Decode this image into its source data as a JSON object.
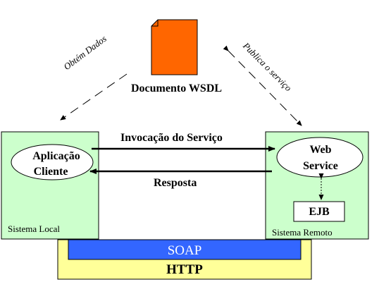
{
  "colors": {
    "local_box": "#ccffcc",
    "remote_box": "#ccffcc",
    "wsdl_doc": "#ff6600",
    "soap_bar": "#3366ff",
    "http_bar": "#ffff99",
    "ellipse": "#ffffff",
    "ejb_box": "#ffffff",
    "lines": "#000000"
  },
  "diagram": {
    "wsdl_document_label": "Documento WSDL",
    "left_dashed_label": "Obtém Dados",
    "right_dashed_label": "Publica o serviço",
    "invocation_label": "Invocação do Serviço",
    "response_label": "Resposta",
    "local_system": {
      "label": "Sistema Local",
      "app_line1": "Aplicação",
      "app_line2": "Cliente"
    },
    "remote_system": {
      "label": "Sistema Remoto",
      "ws_line1": "Web",
      "ws_line2": "Service",
      "ejb_label": "EJB"
    },
    "soap_label": "SOAP",
    "http_label": "HTTP"
  }
}
